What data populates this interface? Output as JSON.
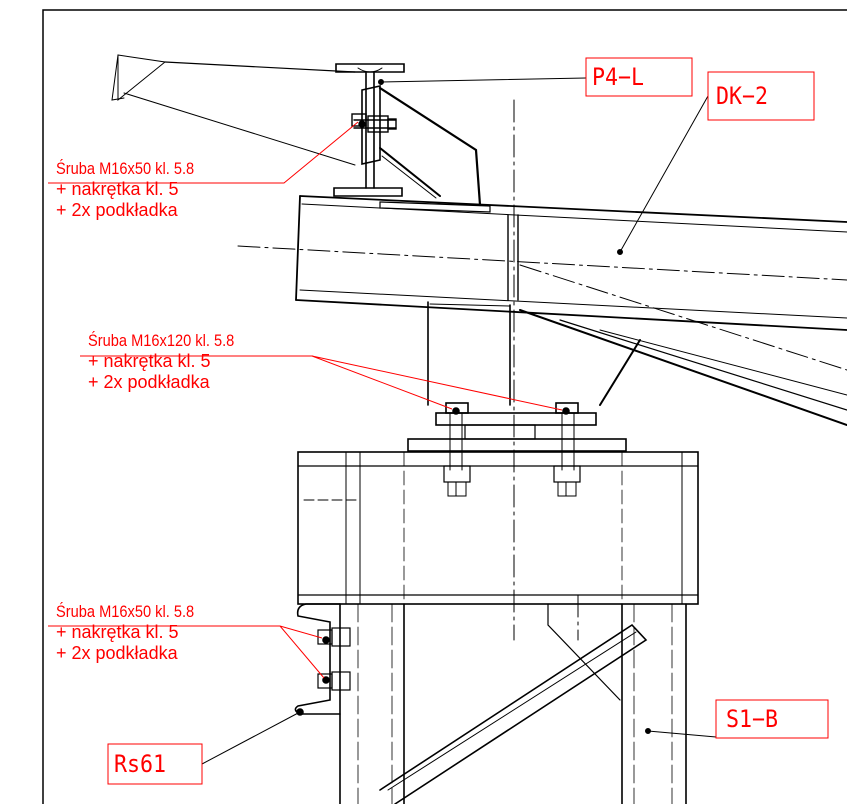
{
  "notes": [
    {
      "id": "bolt-note-top",
      "line1": "Śruba M16x50 kl. 5.8",
      "line2": "+ nakrętka  kl. 5",
      "line3": "+ 2x podkładka"
    },
    {
      "id": "bolt-note-middle",
      "line1": "Śruba M16x120 kl. 5.8",
      "line2": "+ nakrętka  kl. 5",
      "line3": "+ 2x podkładka"
    },
    {
      "id": "bolt-note-bottom",
      "line1": "Śruba M16x50 kl. 5.8",
      "line2": "+ nakrętka  kl. 5",
      "line3": "+ 2x podkładka"
    }
  ],
  "tags": {
    "purlin": "P4−L",
    "beam": "DK−2",
    "column": "S1−B",
    "rail": "Rs61"
  },
  "colors": {
    "annotation": "#ff0000",
    "linework": "#000000",
    "background": "#ffffff"
  }
}
